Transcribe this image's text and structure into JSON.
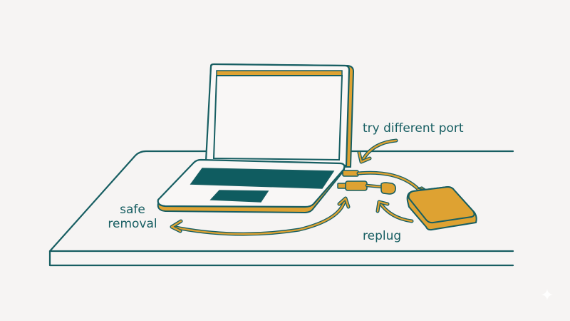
{
  "diagram": {
    "subject": "Laptop on desk connected to external hard drive via USB",
    "labels": {
      "try_port": "try different port",
      "safe_removal_line1": "safe",
      "safe_removal_line2": "removal",
      "replug": "replug"
    },
    "colors": {
      "background": "#f6f4f3",
      "outline": "#175e62",
      "accent": "#dea232",
      "keyboard": "#0f5c60",
      "screen": "#f9f7f6"
    },
    "icons": [
      "laptop-icon",
      "usb-cable-icon",
      "usb-plug-icon",
      "external-drive-icon",
      "arrow-icon",
      "sparkle-icon"
    ]
  }
}
